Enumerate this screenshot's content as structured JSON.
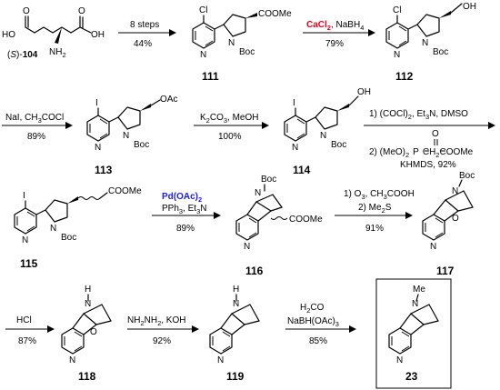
{
  "colors": {
    "catalyst_red": "#e8001c",
    "catalyst_blue": "#1a1aff",
    "ink": "#000000"
  },
  "start": {
    "label_pre": "(",
    "label_s": "S",
    "label_post": ")-",
    "number": "104",
    "oh_left": "HO",
    "oh_right": "OH",
    "nh2": "NH",
    "nh2_sub": "2",
    "o": "O"
  },
  "steps": {
    "s1": {
      "above": "8 steps",
      "below": "44%"
    },
    "s2": {
      "red": "CaCl",
      "red_sub": "2",
      "rest": ", NaBH",
      "rest_sub": "4",
      "below": "79%"
    },
    "s3": {
      "above": "NaI, CH",
      "above_sub": "3",
      "above_tail": "COCl",
      "below": "89%"
    },
    "s4": {
      "above": "K",
      "above_sub1": "2",
      "above_mid": "CO",
      "above_sub2": "3",
      "above_tail": ", MeOH",
      "below": "100%"
    },
    "s5": {
      "line1": "1) (COCl)",
      "line1_sub": "2",
      "line1_tail": ", Et",
      "line1_sub2": "3",
      "line1_tail2": "N, DMSO",
      "line2a": "O",
      "line2": "2)  (MeO)",
      "line2_sub": "2",
      "line2_tail": "P",
      "line2_tail2": "CH",
      "line2_sub2": "2",
      "line2_tail3": "COOMe",
      "line3": "KHMDS, 92%"
    },
    "s6": {
      "blue": "Pd(OAc)",
      "blue_sub": "2",
      "line2": "PPh",
      "line2_sub": "3",
      "line2_tail": ", Et",
      "line2_sub2": "3",
      "line2_tail2": "N",
      "below": "89%"
    },
    "s7": {
      "line1": "1) O",
      "line1_sub": "3",
      "line1_tail": ", CH",
      "line1_sub2": "3",
      "line1_tail2": "COOH",
      "line2": "2) Me",
      "line2_sub": "2",
      "line2_tail": "S",
      "below": "91%"
    },
    "s8": {
      "above": "HCl",
      "below": "87%"
    },
    "s9": {
      "above": "NH",
      "above_sub": "2",
      "above_mid": "NH",
      "above_sub2": "2",
      "above_tail": ", KOH",
      "below": "92%"
    },
    "s10": {
      "line1": "H",
      "line1_sub": "2",
      "line1_tail": "CO",
      "line2": "NaBH(OAc)",
      "line2_sub": "3",
      "below": "85%"
    }
  },
  "compounds": {
    "c111": {
      "number": "111",
      "cl": "Cl",
      "n_ring": "N",
      "n_pyr": "N",
      "boc": "Boc",
      "ester": "COOMe"
    },
    "c112": {
      "number": "112",
      "cl": "Cl",
      "n_ring": "N",
      "n_pyr": "N",
      "boc": "Boc",
      "oh": "OH"
    },
    "c113": {
      "number": "113",
      "i": "I",
      "n_ring": "N",
      "n_pyr": "N",
      "boc": "Boc",
      "oac": "OAc"
    },
    "c114": {
      "number": "114",
      "i": "I",
      "n_ring": "N",
      "n_pyr": "N",
      "boc": "Boc",
      "oh": "OH"
    },
    "c115": {
      "number": "115",
      "i": "I",
      "n_ring": "N",
      "n_pyr": "N",
      "boc": "Boc",
      "ester": "COOMe"
    },
    "c116": {
      "number": "116",
      "boc": "Boc",
      "n_bridge": "N",
      "n_pyr": "N",
      "ester": "COOMe"
    },
    "c117": {
      "number": "117",
      "boc": "Boc",
      "n_bridge": "N",
      "n_pyr": "N",
      "o": "O"
    },
    "c118": {
      "number": "118",
      "h": "H",
      "n_bridge": "N",
      "n_pyr": "N",
      "o": "O"
    },
    "c119": {
      "number": "119",
      "h": "H",
      "n_bridge": "N",
      "n_pyr": "N"
    },
    "c23": {
      "number": "23",
      "me": "Me",
      "n_bridge": "N",
      "n_pyr": "N"
    }
  }
}
